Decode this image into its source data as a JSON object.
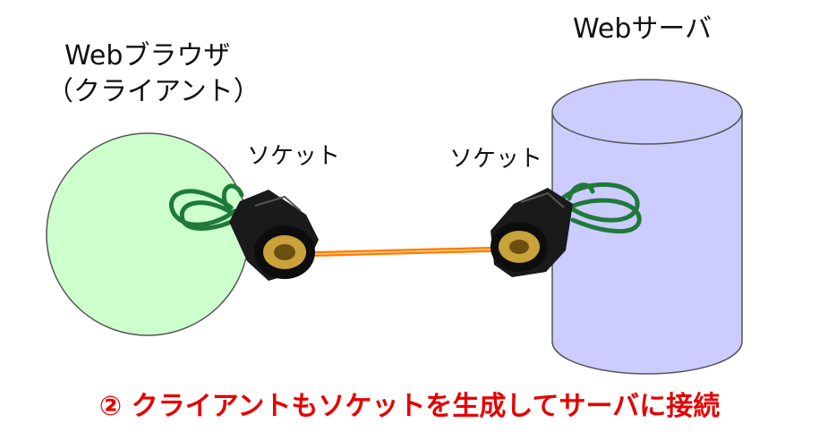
{
  "client": {
    "title_line1": "Webブラウザ",
    "title_line2": "（クライアント）",
    "socket_label": "ソケット",
    "fill": "#ccffcc"
  },
  "server": {
    "title": "Webサーバ",
    "socket_label": "ソケット",
    "fill": "#ccccff"
  },
  "caption": "② クライアントもソケットを生成してサーバに接続",
  "colors": {
    "caption": "#e60000",
    "wire": "#ff7a00",
    "socket_body": "#1a1a1a",
    "cord": "#1f7a3a"
  }
}
